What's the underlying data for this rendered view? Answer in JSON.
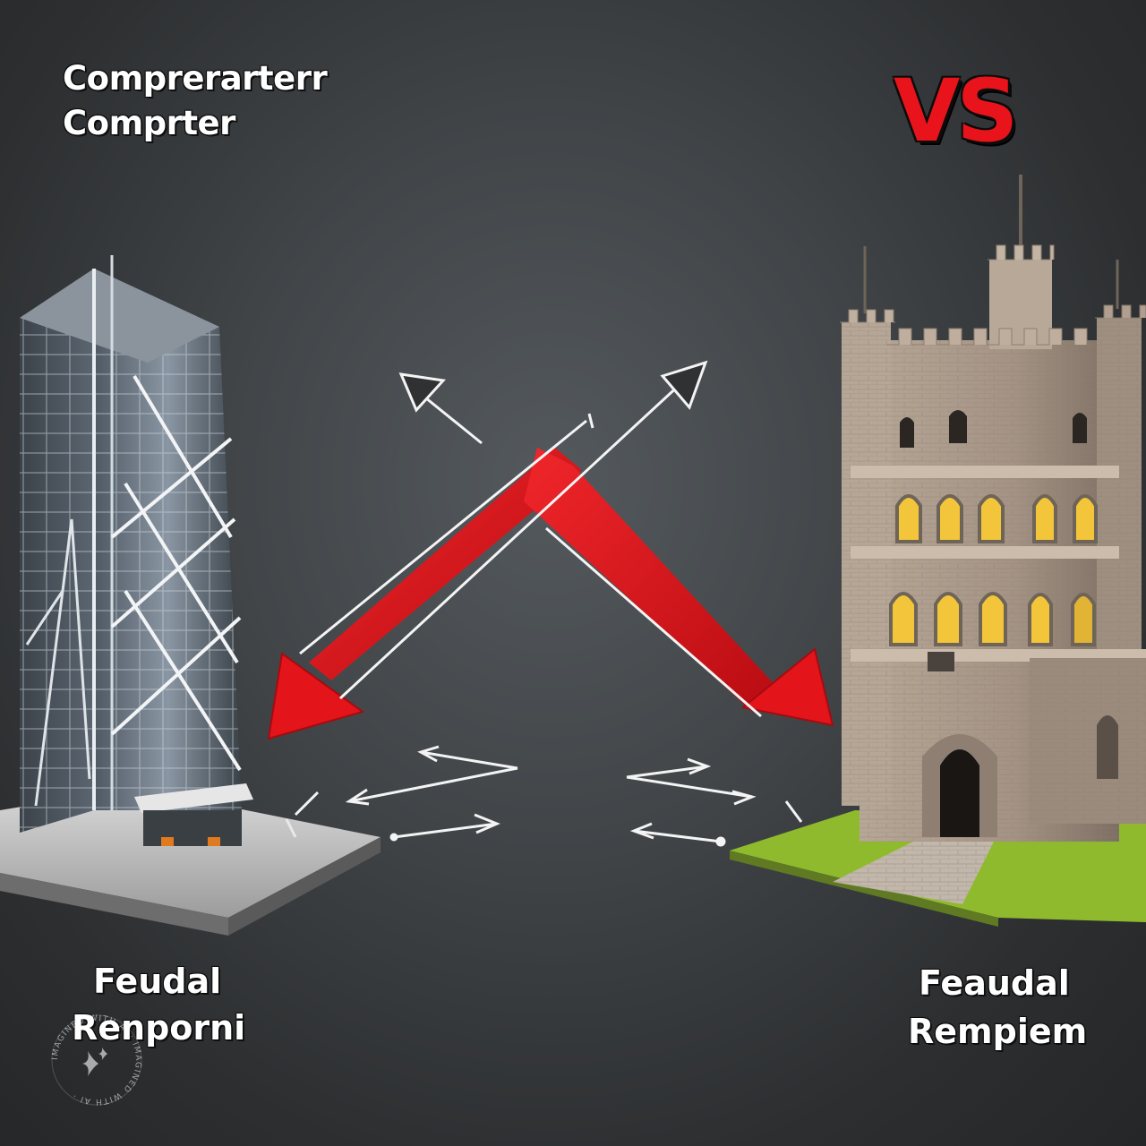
{
  "title": {
    "line1": "Comprerarterr",
    "line2": "Comprter"
  },
  "vs_label": "VS",
  "left": {
    "caption_line1": "Feudal",
    "caption_line2": "Renporni"
  },
  "right": {
    "caption_line1": "Feaudal",
    "caption_line2": "Rempiem"
  },
  "watermark": {
    "text": "IMAGINED WITH AI · IMAGINED WITH AI ·"
  },
  "colors": {
    "background": "#3e4245",
    "arrow_red": "#e3141a",
    "vs_red": "#e9141b",
    "stone": "#a8978a",
    "glass": "#6d7884",
    "window_glow": "#f2c53a",
    "grass": "#8fba2e"
  }
}
